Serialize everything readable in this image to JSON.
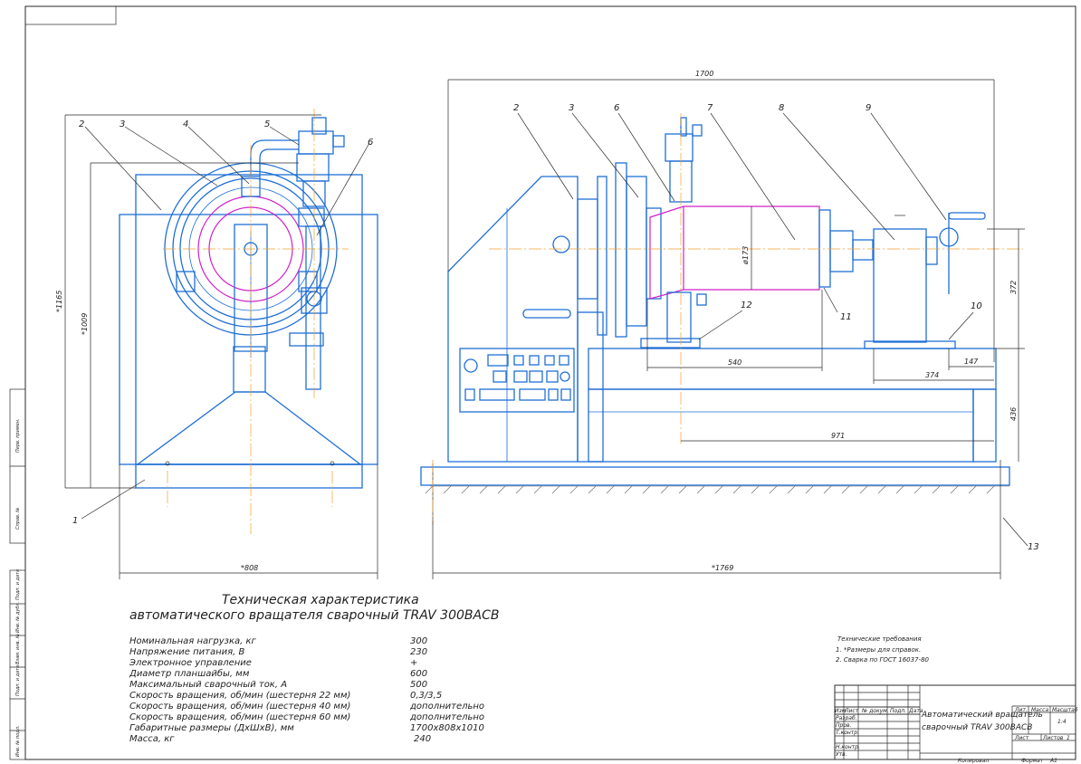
{
  "drawing": {
    "dimensions": {
      "total_length": "1700",
      "height_1165": "*1165",
      "height_1009": "*1009",
      "width_808": "*808",
      "length_1769": "*1769",
      "dia_173": "ø173",
      "d372": "372",
      "d436": "436",
      "d540": "540",
      "d374": "374",
      "d147": "147",
      "d971": "971"
    },
    "left_view_labels": [
      "1",
      "2",
      "3",
      "4",
      "5",
      "6"
    ],
    "right_view_labels": [
      "2",
      "3",
      "6",
      "7",
      "8",
      "9",
      "10",
      "11",
      "12",
      "13"
    ]
  },
  "spec": {
    "title_line1": "Техническая характеристика",
    "title_line2": "автоматического вращателя сварочный TRAV 300BACB",
    "rows": [
      {
        "name": "Номинальная нагрузка, кг",
        "value": "300"
      },
      {
        "name": "Напряжение питания, В",
        "value": "230"
      },
      {
        "name": "Электронное управление",
        "value": "+"
      },
      {
        "name": "Диаметр планшайбы, мм",
        "value": "600"
      },
      {
        "name": "Максимальный сварочный ток, А",
        "value": "500"
      },
      {
        "name": "Скорость вращения, об/мин (шестерня 22 мм)",
        "value": "0,3/3,5"
      },
      {
        "name": "Скорость вращения, об/мин (шестерня 40 мм)",
        "value": "дополнительно"
      },
      {
        "name": "Скорость вращения, об/мин (шестерня 60 мм)",
        "value": "дополнительно"
      },
      {
        "name": "Габаритные размеры (ДхШхВ), мм",
        "value": "1700х808х1010"
      },
      {
        "name": "Масса, кг",
        "value": "240"
      }
    ]
  },
  "requirements": {
    "title": "Технические требования",
    "items": [
      "1. *Размеры для справок.",
      "2. Сварка по ГОСТ 16037-80"
    ]
  },
  "title_block": {
    "name_line1": "Автоматический вращатель",
    "name_line2": "сварочный TRAV 300BACB",
    "headers": [
      "Изм",
      "Лист",
      "№ докум.",
      "Подп.",
      "Дата"
    ],
    "roles": [
      "Разраб.",
      "Пров.",
      "Т.контр.",
      "",
      "Н.контр.",
      "Утв."
    ],
    "lit": "Лит.",
    "mass": "Масса",
    "scale": "Масштаб",
    "scale_value": "1:4",
    "sheet": "Лист",
    "sheets": "Листов",
    "sheets_value": "1",
    "copied": "Копировал",
    "format": "Формат",
    "format_value": "А1"
  },
  "side_stamp": [
    "Перв. примен.",
    "Справ. №",
    "Подп. и дата",
    "Инв. № дубл.",
    "Взам. инв. №",
    "Подп. и дата",
    "Инв. № подл."
  ]
}
